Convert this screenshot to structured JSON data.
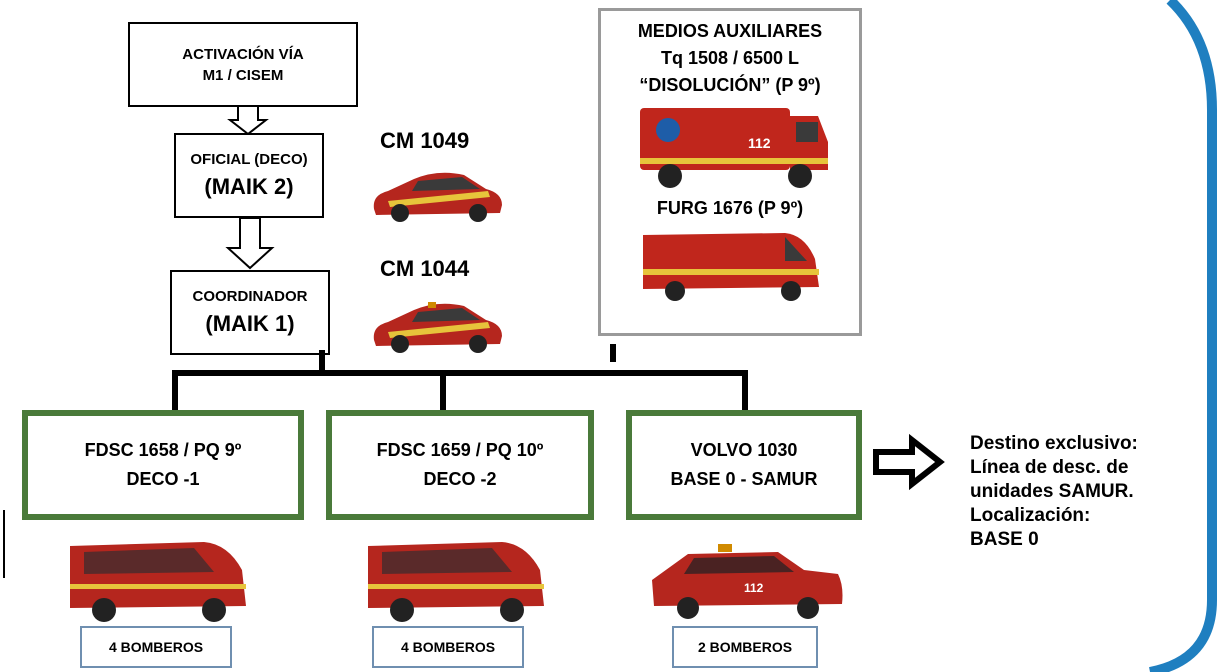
{
  "top_box": {
    "line1": "ACTIVACIÓN VÍA",
    "line2": "M1 / CISEM"
  },
  "oficial_box": {
    "line1": "OFICIAL (DECO)",
    "line2": "(MAIK 2)"
  },
  "coordinador_box": {
    "line1": "COORDINADOR",
    "line2": "(MAIK 1)"
  },
  "vehicles": {
    "oficial": "CM 1049",
    "coordinador": "CM 1044"
  },
  "auxiliares": {
    "title": "MEDIOS AUXILIARES",
    "line2": "Tq 1508 / 6500 L",
    "line3": "“DISOLUCIÓN” (P 9º)",
    "furg": "FURG 1676 (P 9º)"
  },
  "units": [
    {
      "line1": "FDSC 1658 / PQ 9º",
      "line2": "DECO -1",
      "crew": "4 BOMBEROS"
    },
    {
      "line1": "FDSC 1659 / PQ 10º",
      "line2": "DECO -2",
      "crew": "4 BOMBEROS"
    },
    {
      "line1": "VOLVO 1030",
      "line2": "BASE 0 - SAMUR",
      "crew": "2 BOMBEROS"
    }
  ],
  "destino": {
    "lines": [
      "Destino exclusivo:",
      "Línea de desc. de",
      "unidades SAMUR.",
      "Localización:",
      "BASE 0"
    ]
  },
  "colors": {
    "green_border": "#4a7a3a",
    "vehicle_red": "#b5261e",
    "frame_blue": "#1f7fc0"
  }
}
